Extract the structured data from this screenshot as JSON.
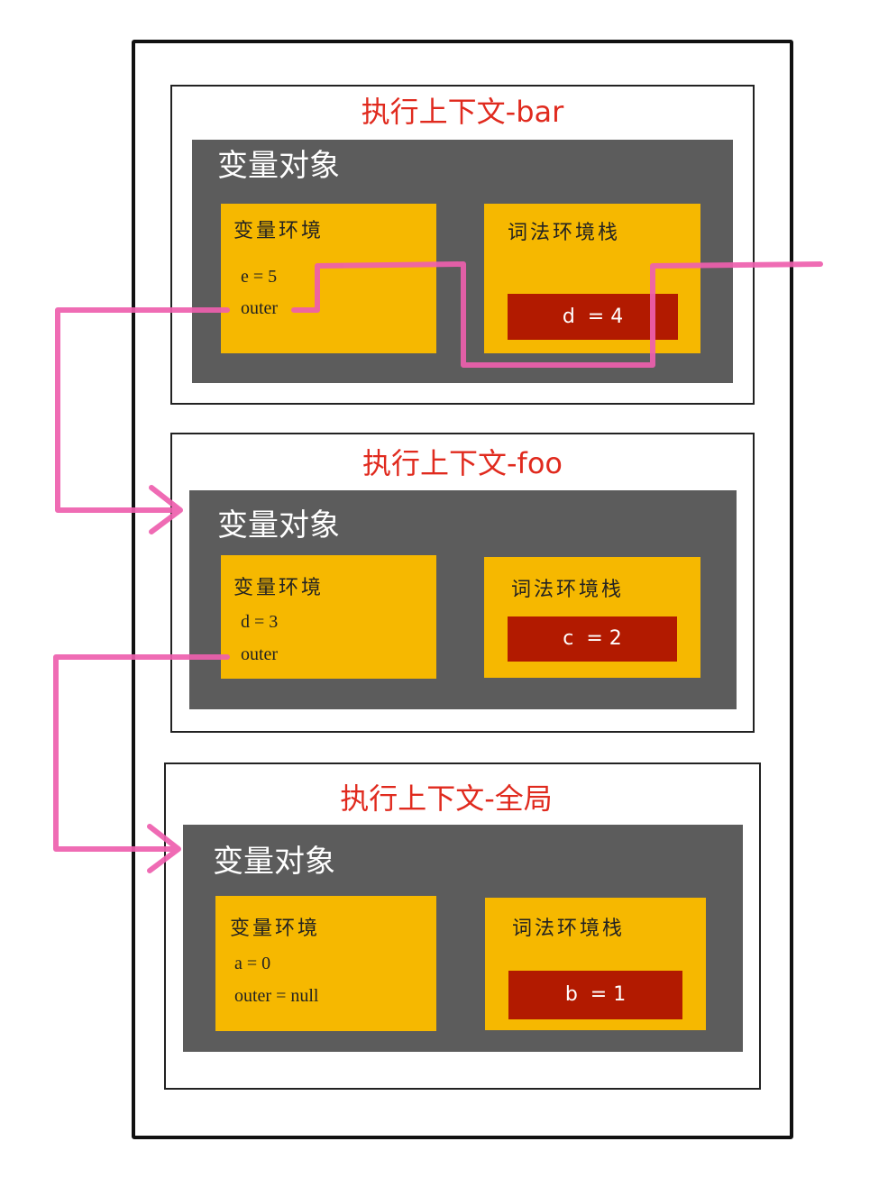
{
  "contexts": [
    {
      "title": "执行上下文-bar",
      "variable_object_label": "变量对象",
      "variable_env_label": "变量环境",
      "variable_env_items": [
        "e = 5",
        "outer"
      ],
      "lexical_env_label": "词法环境栈",
      "lexical_env_items": [
        "d  = 4"
      ]
    },
    {
      "title": "执行上下文-foo",
      "variable_object_label": "变量对象",
      "variable_env_label": "变量环境",
      "variable_env_items": [
        "d = 3",
        "outer"
      ],
      "lexical_env_label": "词法环境栈",
      "lexical_env_items": [
        "c  = 2"
      ]
    },
    {
      "title": "执行上下文-全局",
      "variable_object_label": "变量对象",
      "variable_env_label": "变量环境",
      "variable_env_items": [
        "a = 0",
        "outer = null"
      ],
      "lexical_env_label": "词法环境栈",
      "lexical_env_items": [
        "b  = 1"
      ]
    }
  ],
  "colors": {
    "title": "#e02a1e",
    "variable_object_bg": "#5c5c5c",
    "env_bg": "#f6b800",
    "lexical_item_bg": "#b21a00",
    "arrow": "#ee5fae"
  }
}
